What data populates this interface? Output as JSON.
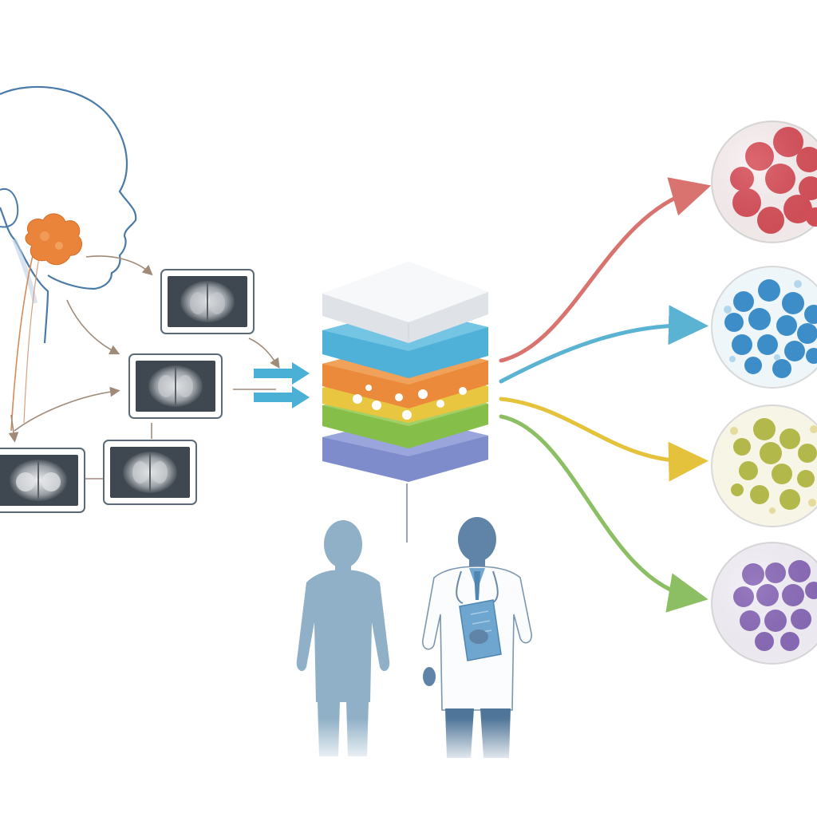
{
  "colors": {
    "background": "#ffffff",
    "outline": "#4a7aa8",
    "tumor": "#e9843a",
    "arrow_brown": "#a08a78",
    "arrow_blue": "#4ab0d6",
    "scan_frame": "#5a6a78",
    "scan_bg": "#3f4750",
    "layer_white": "#f2f4f6",
    "layer_blue": "#4fb0d8",
    "layer_orange": "#ea8a3a",
    "layer_yellow": "#e8c640",
    "layer_green": "#86be4a",
    "layer_purple": "#7e8ccc",
    "person": "#8fb0c6",
    "doctor_skin": "#5f84a8",
    "doctor_coat": "#fbfcfd",
    "doctor_pants": "#4f7598",
    "clipboard": "#6fa6cf",
    "path_red": "#d9736f",
    "path_blue": "#5ab3d3",
    "path_yellow": "#e5c23c",
    "path_green": "#8cbf64",
    "cells_red": "#d8505a",
    "cells_blue": "#3d8ec8",
    "cells_yellow": "#b3b84a",
    "cells_purple": "#8a6ab8"
  },
  "diagram": {
    "nodes": [
      {
        "id": "head-profile",
        "kind": "anatomy-outline",
        "icon": "head-profile-icon"
      },
      {
        "id": "tumor",
        "kind": "lesion",
        "icon": "tumor-blob-icon"
      },
      {
        "id": "scan-1",
        "kind": "mri-slice",
        "icon": "brain-scan-icon"
      },
      {
        "id": "scan-2",
        "kind": "mri-slice",
        "icon": "brain-scan-icon"
      },
      {
        "id": "scan-3",
        "kind": "mri-slice",
        "icon": "brain-scan-icon"
      },
      {
        "id": "scan-4",
        "kind": "mri-slice",
        "icon": "brain-scan-icon"
      },
      {
        "id": "model-stack",
        "kind": "layered-model",
        "icon": "layer-stack-icon"
      },
      {
        "id": "patient",
        "kind": "person",
        "icon": "patient-silhouette-icon"
      },
      {
        "id": "doctor",
        "kind": "person",
        "icon": "doctor-icon"
      },
      {
        "id": "cells-red",
        "kind": "cell-cluster",
        "icon": "red-cells-icon"
      },
      {
        "id": "cells-blue",
        "kind": "cell-cluster",
        "icon": "blue-cells-icon"
      },
      {
        "id": "cells-yellow",
        "kind": "cell-cluster",
        "icon": "yellow-cells-icon"
      },
      {
        "id": "cells-purple",
        "kind": "cell-cluster",
        "icon": "purple-cells-icon"
      }
    ],
    "edges": [
      {
        "from": "tumor",
        "to": "scan-1"
      },
      {
        "from": "head-profile",
        "to": "scan-2"
      },
      {
        "from": "head-profile",
        "to": "scan-4"
      },
      {
        "from": "scan-1",
        "to": "model-stack"
      },
      {
        "from": "scan-2",
        "to": "model-stack"
      },
      {
        "from": "model-stack",
        "to": "cells-red"
      },
      {
        "from": "model-stack",
        "to": "cells-blue"
      },
      {
        "from": "model-stack",
        "to": "cells-yellow"
      },
      {
        "from": "model-stack",
        "to": "cells-purple"
      },
      {
        "from": "model-stack",
        "to": "patient"
      }
    ]
  }
}
